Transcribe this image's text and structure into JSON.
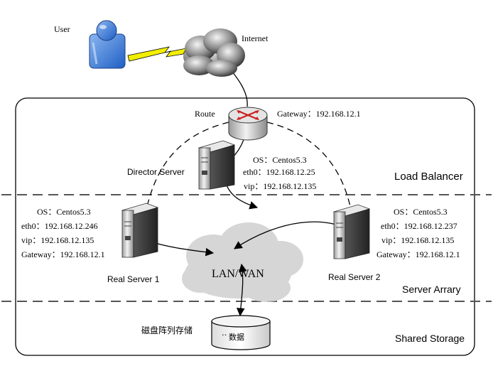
{
  "labels": {
    "user": "User",
    "internet": "Internet",
    "route": "Route",
    "gateway_top": "Gateway：192.168.12.1",
    "director_server": "Director Server",
    "lan_wan": "LAN/WAN",
    "real_server_1": "Real Server 1",
    "real_server_2": "Real Server 2",
    "storage_cn": "磁盘阵列存储",
    "storage_data": "数据"
  },
  "director_info": {
    "os": "OS：Centos5.3",
    "eth0": "eth0：192.168.12.25",
    "vip": "vip：192.168.12.135"
  },
  "rs1_info": {
    "os": "OS：Centos5.3",
    "eth0": "eth0：192.168.12.246",
    "vip": "vip：192.168.12.135",
    "gateway": "Gateway：192.168.12.1"
  },
  "rs2_info": {
    "os": "OS：Centos5.3",
    "eth0": "eth0：192.168.12.237",
    "vip": "vip：192.168.12.135",
    "gateway": "Gateway：192.168.12.1"
  },
  "tiers": {
    "load_balancer": "Load Balancer",
    "server_array": "Server Arrary",
    "shared_storage": "Shared Storage"
  },
  "colors": {
    "user_blue": "#3a78d8",
    "lightning": "#f2ee00",
    "router_red": "#cc1f1f",
    "line": "#000000",
    "cloud_gray": "#c8c8c8"
  }
}
